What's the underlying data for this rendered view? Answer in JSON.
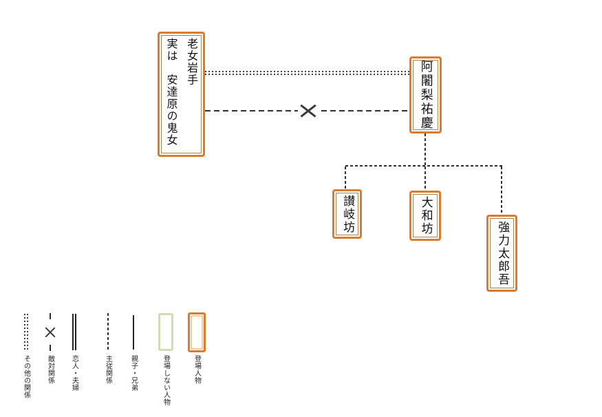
{
  "diagram": {
    "title": "",
    "nodes": [
      {
        "id": "iwate",
        "label": "老女岩手\n実は　安達原の鬼女",
        "type": "登場人物"
      },
      {
        "id": "yukei",
        "label": "阿闍梨祐慶",
        "type": "登場人物"
      },
      {
        "id": "sanukibo",
        "label": "讃岐坊",
        "type": "登場人物"
      },
      {
        "id": "yamatobo",
        "label": "大和坊",
        "type": "登場人物"
      },
      {
        "id": "goriki",
        "label": "強力太郎吾",
        "type": "登場人物"
      }
    ],
    "edges": [
      {
        "from": "iwate",
        "to": "yukei",
        "type": "その他の関係",
        "style": "double-dotted"
      },
      {
        "from": "iwate",
        "to": "yukei",
        "type": "敵対関係",
        "style": "dashed-with-x"
      },
      {
        "from": "yukei",
        "to": "sanukibo",
        "type": "主従関係",
        "style": "dashed"
      },
      {
        "from": "yukei",
        "to": "yamatobo",
        "type": "主従関係",
        "style": "dashed"
      },
      {
        "from": "yukei",
        "to": "goriki",
        "type": "主従関係",
        "style": "dashed"
      }
    ]
  },
  "legend": {
    "items": [
      {
        "label": "その他の関係",
        "symbol": "double-dotted-line"
      },
      {
        "label": "敵対関係",
        "symbol": "dashed-line-with-x"
      },
      {
        "label": "恋人・夫婦",
        "symbol": "double-solid-line"
      },
      {
        "label": "主従関係",
        "symbol": "dashed-line"
      },
      {
        "label": "親子・兄弟",
        "symbol": "solid-line"
      },
      {
        "label": "登場しない人物",
        "symbol": "green-outline-box"
      },
      {
        "label": "登場人物",
        "symbol": "orange-outline-box"
      }
    ]
  },
  "colors": {
    "appearing_border": "#dc7b2b",
    "not_appearing_border": "#cdddb4",
    "line": "#2e2e2e",
    "background": "#ffffff"
  }
}
